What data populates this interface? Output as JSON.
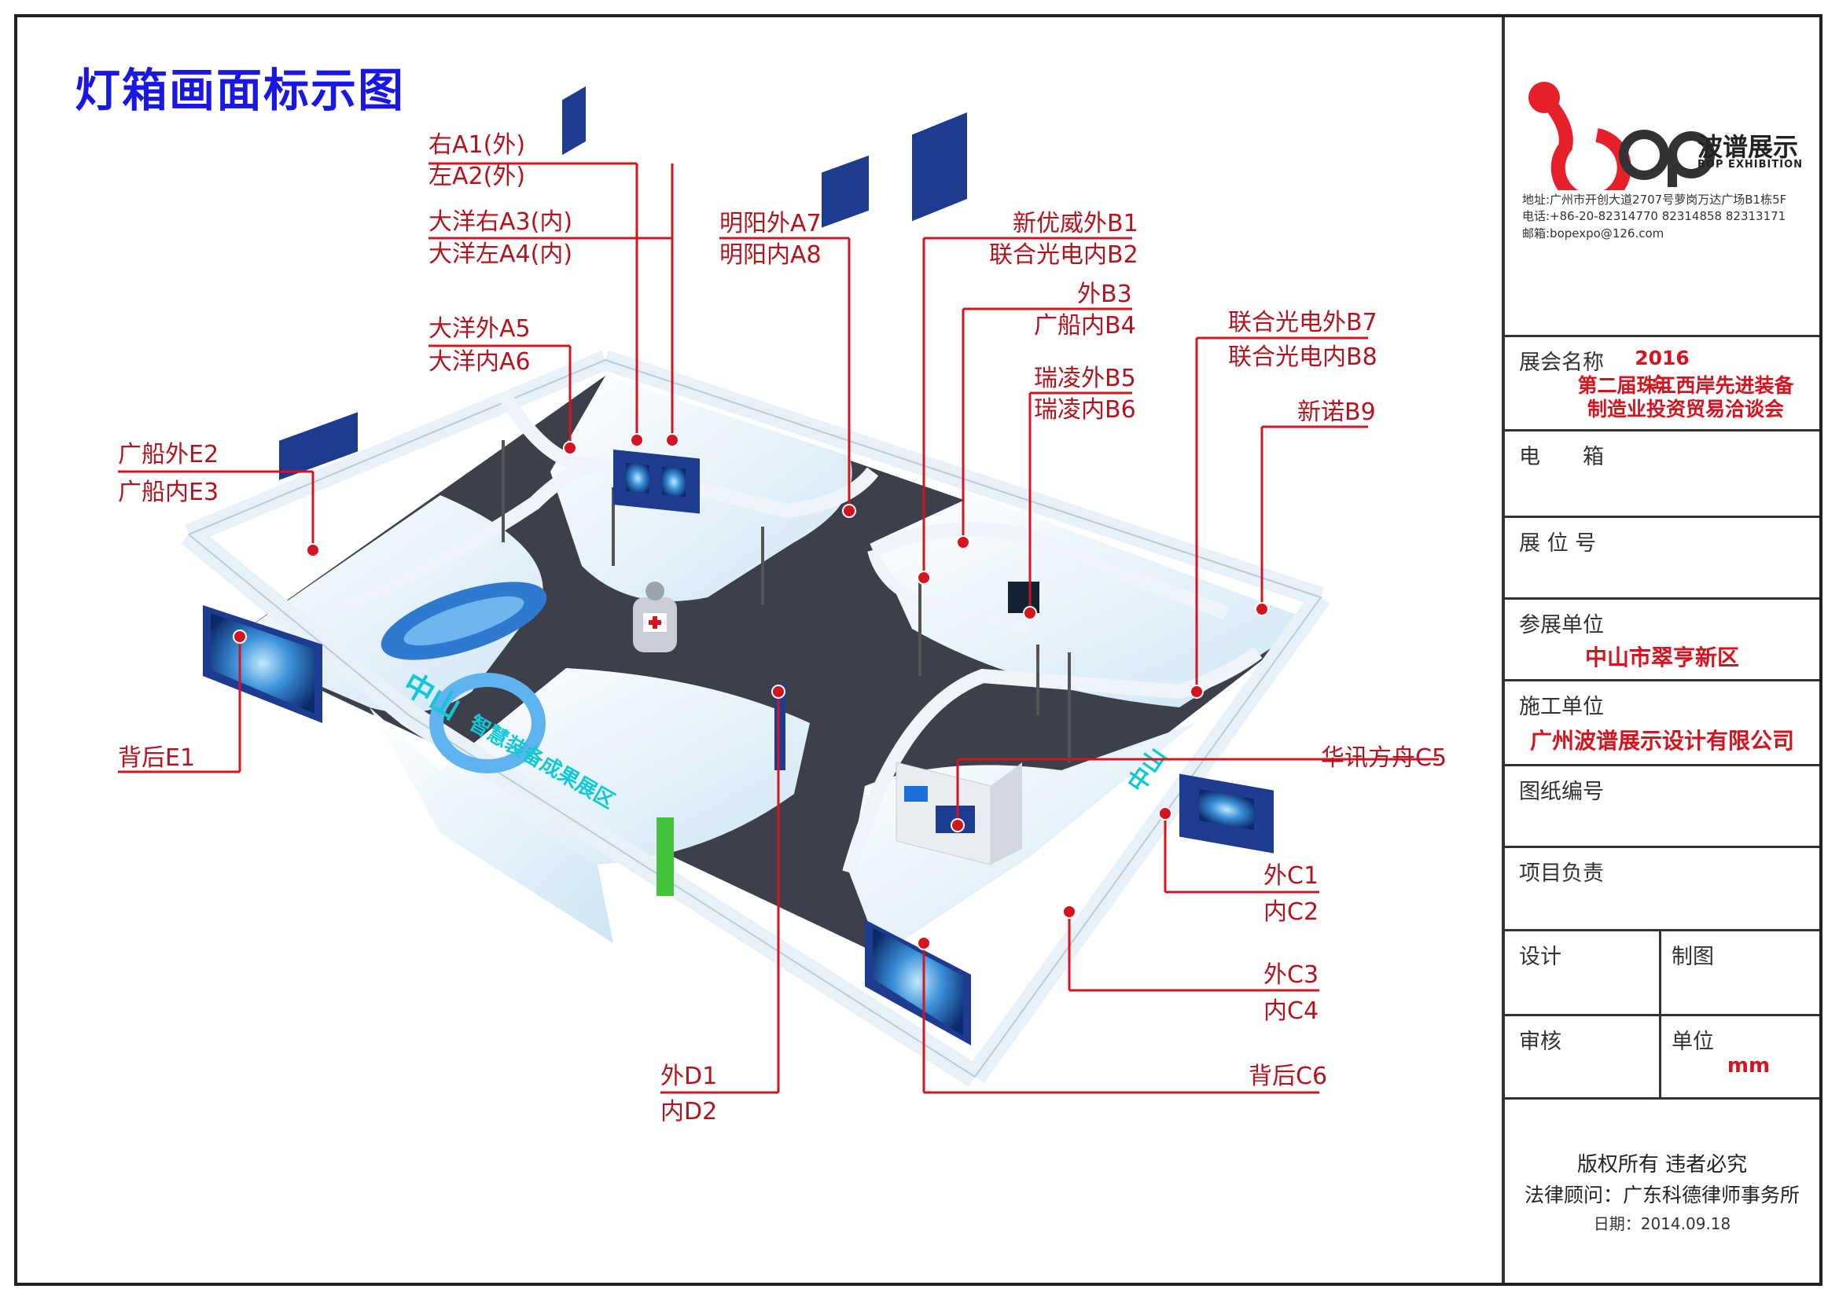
{
  "title": "灯箱画面标示图",
  "callouts": {
    "a1": "右A1(外)",
    "a2": "左A2(外)",
    "a3": "大洋右A3(内)",
    "a4": "大洋左A4(内)",
    "a5": "大洋外A5",
    "a6": "大洋内A6",
    "a7": "明阳外A7",
    "a8": "明阳内A8",
    "b1": "新优威外B1",
    "b2": "联合光电内B2",
    "b3": "外B3",
    "b4": "广船内B4",
    "b5": "瑞凌外B5",
    "b6": "瑞凌内B6",
    "b7": "联合光电外B7",
    "b8": "联合光电内B8",
    "b9": "新诺B9",
    "e2": "广船外E2",
    "e3": "广船内E3",
    "e1": "背后E1",
    "c5": "华讯方舟C5",
    "c1": "外C1",
    "c2": "内C2",
    "c3": "外C3",
    "c4": "内C4",
    "c6": "背后C6",
    "d1": "外D1",
    "d2": "内D2"
  },
  "booth_signage": {
    "zhongshan": "中山",
    "zone_name": "智慧装备成果展区",
    "zhongshan_right": "中山"
  },
  "title_block": {
    "logo_letters": "bop",
    "company_cn": "波谱展示",
    "company_en": "BOP EXHIBITION",
    "address": "地址:广州市开创大道2707号萝岗万达广场B1栋5F",
    "phone": "电话:+86-20-82314770    82314858    82313171",
    "email": "邮箱:bopexpo@126.com",
    "exhibition_label": "展会名称",
    "exhibition_line1": "2016年",
    "exhibition_line2": "第二届珠江西岸先进装备",
    "exhibition_line3": "制造业投资贸易洽谈会",
    "lightbox_label": "电　　箱",
    "booth_no_label": "展 位 号",
    "exhibitor_label": "参展单位",
    "exhibitor_value": "中山市翠亨新区",
    "builder_label": "施工单位",
    "builder_value": "广州波谱展示设计有限公司",
    "drawing_no_label": "图纸编号",
    "project_lead_label": "项目负责",
    "design_label": "设计",
    "drafting_label": "制图",
    "review_label": "审核",
    "unit_label": "单位",
    "unit_value": "mm",
    "copyright": "版权所有 违者必究",
    "legal": "法律顾问：广东科德律师事务所",
    "date": "日期：2014.09.18"
  },
  "colors": {
    "title_blue": "#1a17e6",
    "callout_red": "#d4141f",
    "floor_dark": "#3d3f4a",
    "wall_white": "#eef4fa",
    "screen_blue": "#1a3f8f"
  }
}
